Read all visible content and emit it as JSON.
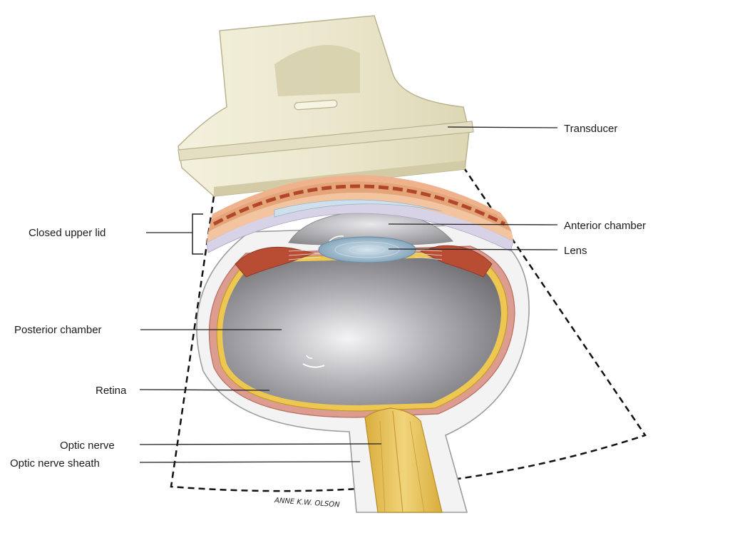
{
  "labels": {
    "transducer": "Transducer",
    "anterior_chamber": "Anterior chamber",
    "lens": "Lens",
    "closed_upper_lid": "Closed upper lid",
    "posterior_chamber": "Posterior chamber",
    "retina": "Retina",
    "optic_nerve": "Optic nerve",
    "optic_nerve_sheath": "Optic nerve sheath"
  },
  "signature": "ANNE K.W. OLSON",
  "colors": {
    "transducer": "#ece8cf",
    "transducer_shadow": "#d9d3b0",
    "lid_skin": "#f1c39c",
    "lid_muscle": "#c8633f",
    "sclera": "#f1f1f1",
    "choroid": "#d9958a",
    "retina": "#e9c24a",
    "vitreous": "#8d8d8f",
    "lens": "#9db9cc",
    "optic_nerve": "#e6c15b"
  }
}
